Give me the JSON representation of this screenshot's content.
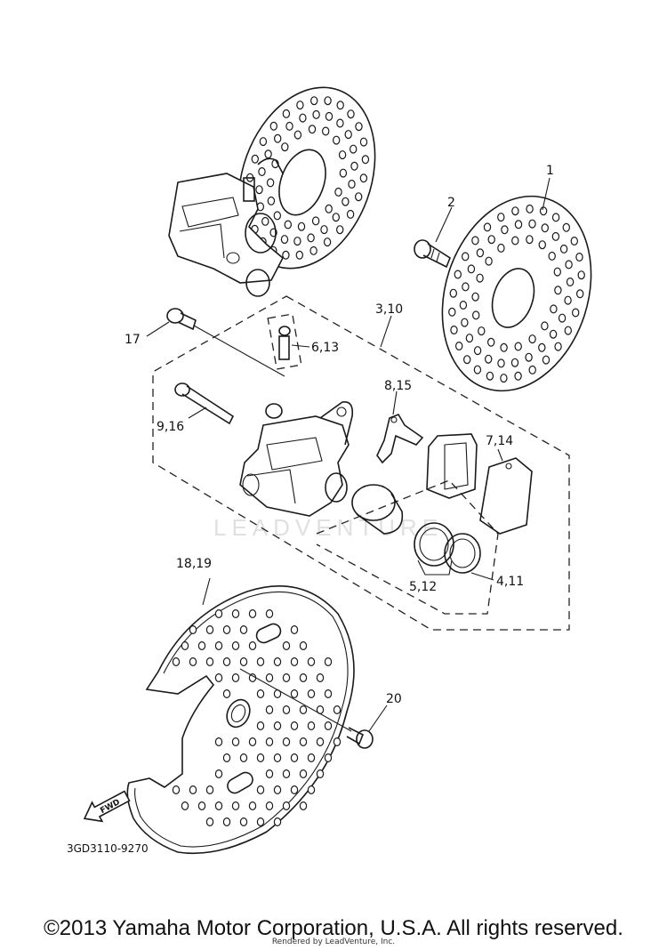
{
  "callouts": {
    "c1": "1",
    "c2": "2",
    "c3_10": "3,10",
    "c17": "17",
    "c6_13": "6,13",
    "c8_15": "8,15",
    "c9_16": "9,16",
    "c7_14": "7,14",
    "c18_19": "18,19",
    "c5_12": "5,12",
    "c4_11": "4,11",
    "c20": "20"
  },
  "fwd_label": "FWD",
  "diagram_code": "3GD3110-9270",
  "watermark": "LEADVENTURE",
  "copyright": "©2013 Yamaha Motor Corporation, U.S.A. All rights reserved.",
  "rendered_by": "Rendered by LeadVenture, Inc."
}
